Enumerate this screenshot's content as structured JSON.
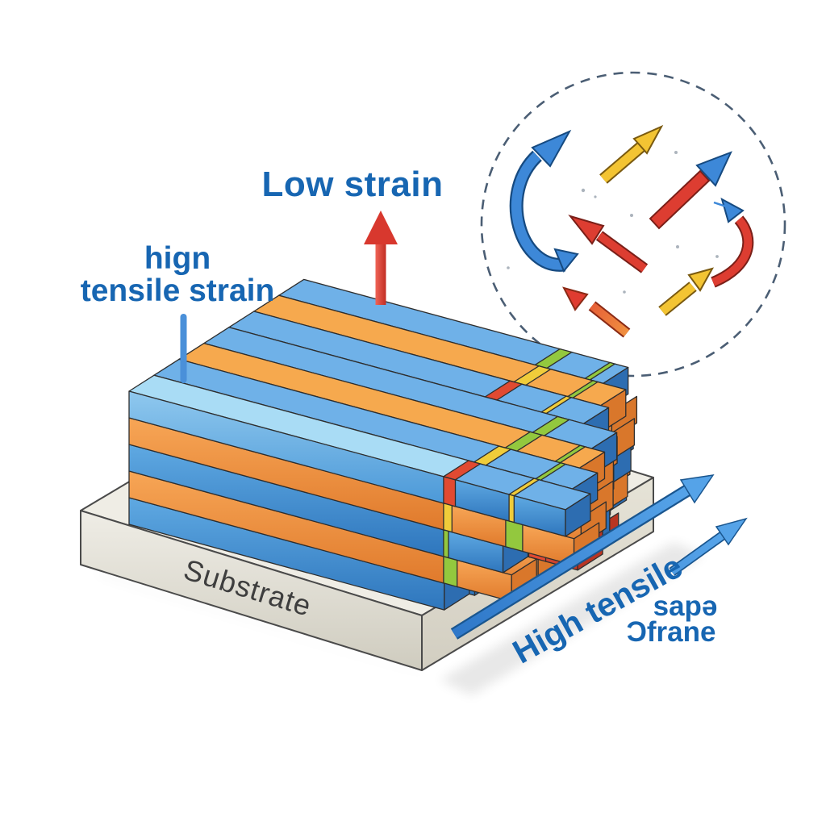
{
  "page": {
    "background": "#ffffff"
  },
  "diagram": {
    "labels": {
      "low_strain": "Low strain",
      "high_tensile_line1": "hign",
      "high_tensile_line2": "tensile strain",
      "substrate": "Substrate",
      "high_tensile_rotated": "High tensile",
      "garbled_word_1": "sapǝ",
      "garbled_word_2": "Ɔfrane"
    },
    "colors": {
      "label_blue": "#1766b2",
      "substrate_text": "#3e3e3e",
      "outline": "#2e2e2e",
      "bar_blue_top": "#6fb1e8",
      "bar_blue_front": "#3f8cd2",
      "bar_blue_end": "#2d6db1",
      "bar_lightblue_top": "#a9dcf5",
      "bar_lightblue_front": "#57a3dd",
      "bar_lightblue_end": "#4690cc",
      "bar_orange_top": "#f6a94e",
      "bar_orange_front": "#ee8d3b",
      "bar_orange_end": "#d9772b",
      "brick_red": "#e04f38",
      "brick_red_end": "#b93522",
      "joint_green": "#93c83e",
      "joint_red": "#e14a31",
      "joint_yellow": "#f0cc3a",
      "substrate_top": "#efede5",
      "substrate_front": "#e8e5da",
      "substrate_side": "#dcd8cc",
      "red_arrow": "#d8382e",
      "blue_arrow": "#3d88d8",
      "yellow_arrow": "#f3c433",
      "dashed_circle": "#4b5e74"
    }
  }
}
